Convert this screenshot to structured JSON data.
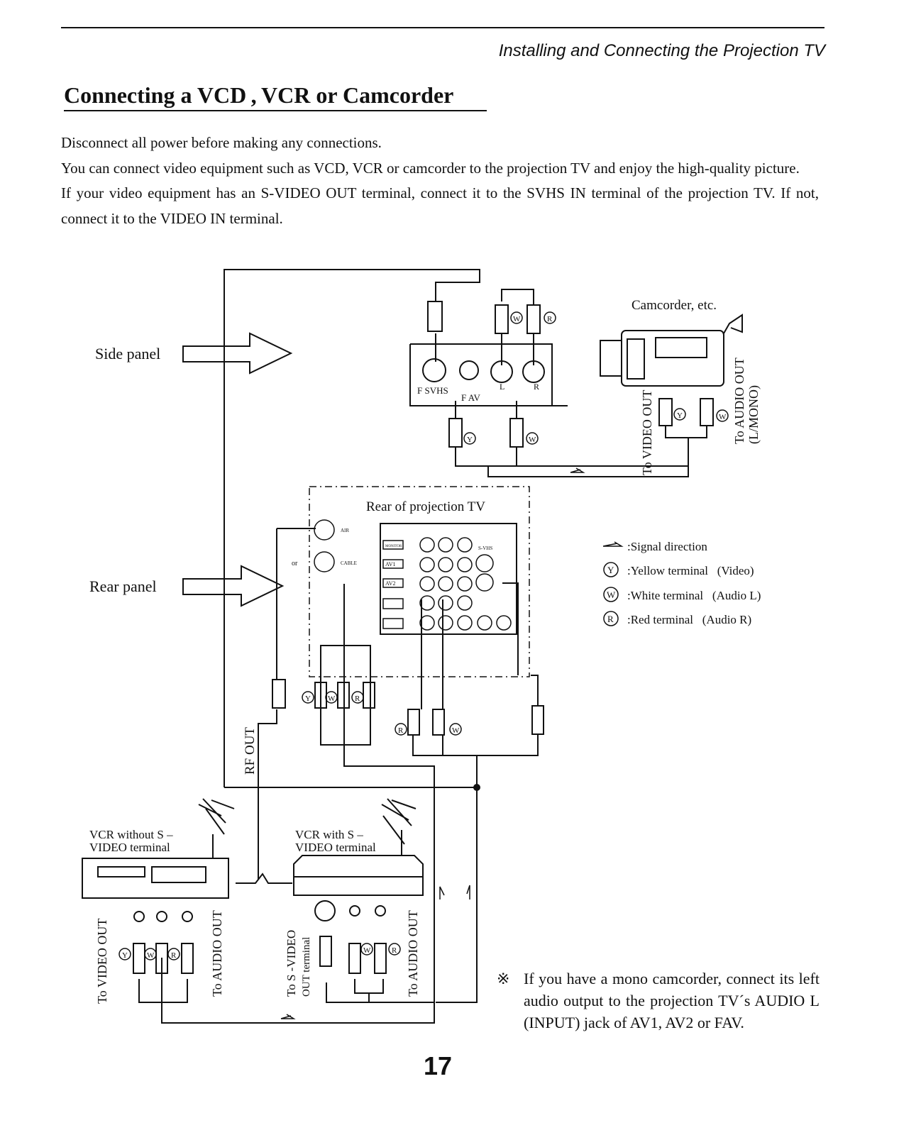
{
  "header": {
    "section": "Installing and Connecting the Projection TV"
  },
  "title": "Connecting a VCD , VCR or Camcorder",
  "intro": [
    "Disconnect all power before making any connections.",
    "You can connect video equipment such as VCD, VCR or camcorder to the projection TV and enjoy the high-quality picture.",
    "If your video equipment has an S-VIDEO OUT terminal,  connect it to the SVHS IN terminal of the projection TV. If not, connect it to the VIDEO IN terminal."
  ],
  "diagram": {
    "side_panel": "Side  panel",
    "rear_panel": "Rear  panel",
    "camcorder": "Camcorder,  etc.",
    "cam_video_out": "To VIDEO OUT",
    "cam_audio_out_1": "To  AUDIO  OUT",
    "cam_audio_out_2": "(L/MONO)",
    "fsvhs": "F SVHS",
    "fav": "F AV",
    "jack_l": "L",
    "jack_r": "R",
    "rear_tv": "Rear of projection TV",
    "air": "AIR",
    "cable": "CABLE",
    "or": "or",
    "monitor": "MONITOR",
    "av1": "AV1",
    "av2": "AV2",
    "svhs": "S-VHS",
    "rf_out": "RF OUT",
    "vcr1_1": "VCR   without   S –",
    "vcr1_2": "VIDEO terminal",
    "vcr2_1": "VCR   with   S –",
    "vcr2_2": "VIDEO  terminal",
    "vcr1_video_out": "To VIDEO OUT",
    "vcr1_audio_out": "To AUDIO OUT",
    "vcr2_svideo_1": "To  S -VIDEO",
    "vcr2_svideo_2": "OUT  terminal",
    "vcr2_audio_out": "To  AUDIO  OUT",
    "letter_y": "Y",
    "letter_w": "W",
    "letter_r": "R"
  },
  "legend": {
    "signal": ":Signal direction",
    "yellow": ":Yellow terminal   (Video)",
    "white": ":White terminal   (Audio L)",
    "red": ":Red terminal   (Audio R)"
  },
  "note": {
    "mark": "※",
    "text": "If you have a mono camcorder, connect its left audio output to the projection TV´s AUDIO L (INPUT) jack of AV1, AV2 or FAV."
  },
  "page_number": "17"
}
